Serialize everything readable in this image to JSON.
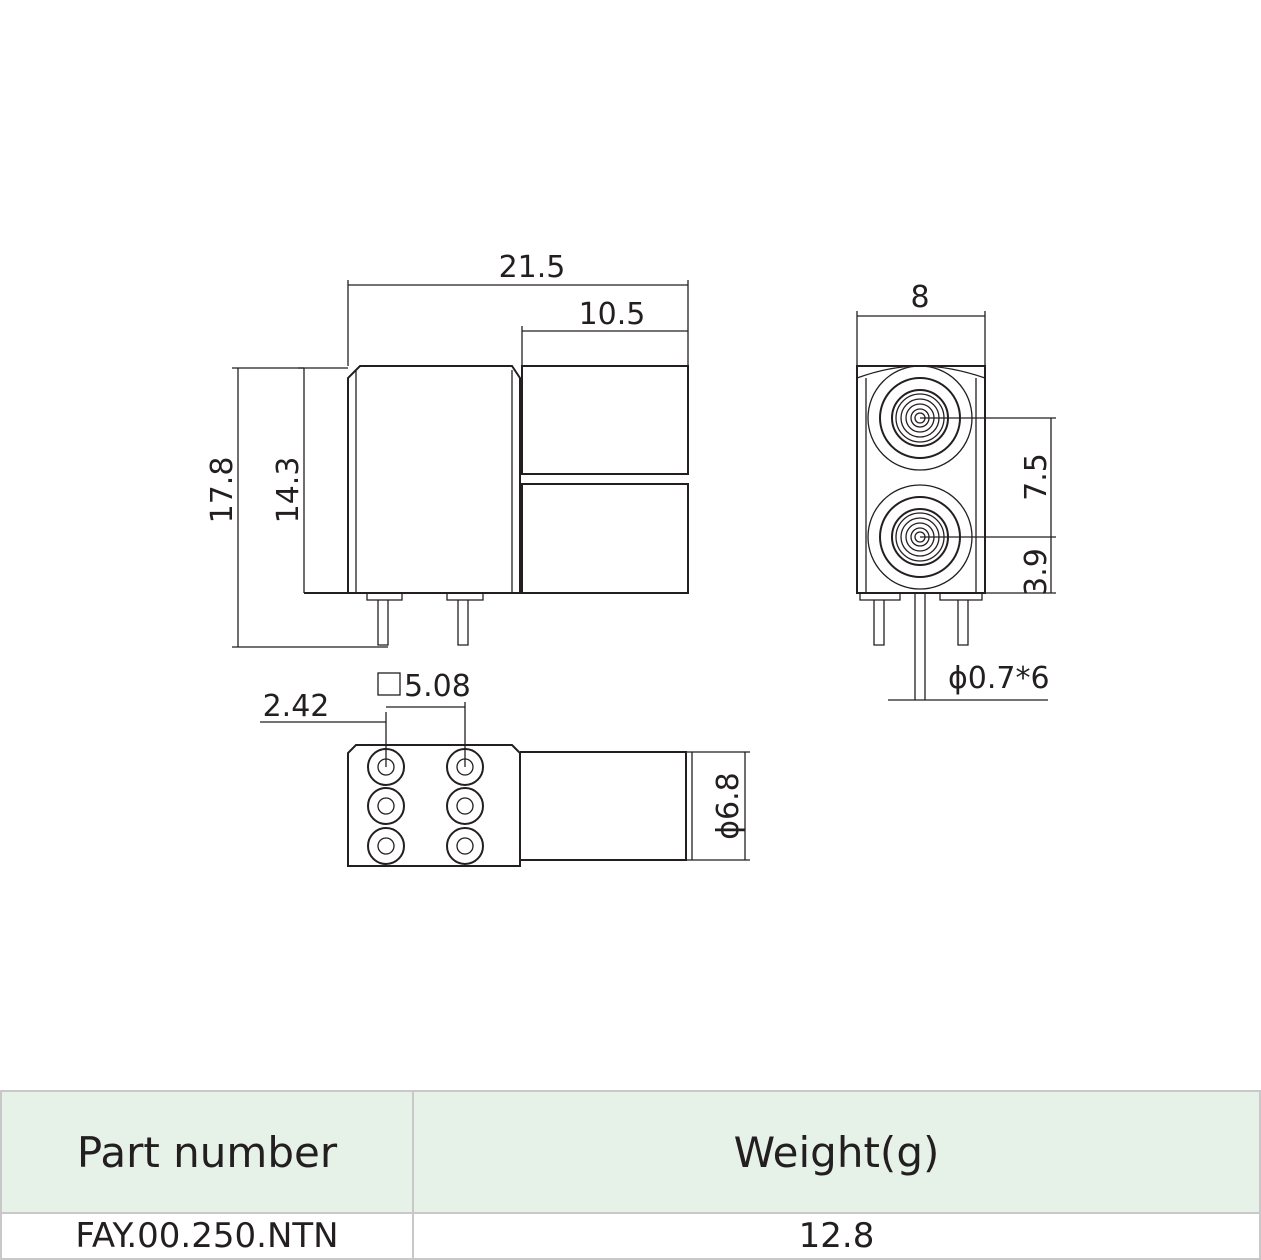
{
  "drawing": {
    "side_view": {
      "width_total": "21.5",
      "width_front": "10.5",
      "height_total": "17.8",
      "height_body": "14.3"
    },
    "front_view": {
      "width": "8",
      "pitch_vertical": "7.5",
      "offset_bottom": "3.9",
      "pin_diameter": "ϕ0.7*6"
    },
    "bottom_view": {
      "pitch": "5.08",
      "offset": "2.42",
      "diameter": "ϕ6.8"
    }
  },
  "table": {
    "headers": [
      "Part number",
      "Weight(g)"
    ],
    "rows": [
      [
        "FAY.00.250.NTN",
        "12.8"
      ]
    ]
  }
}
